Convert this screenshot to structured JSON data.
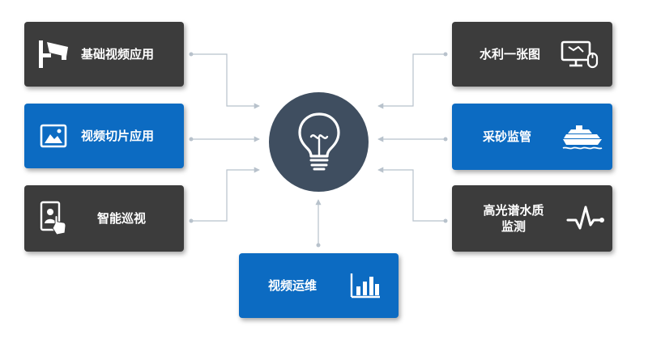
{
  "nodes": {
    "basic_video": {
      "label": "基础视频应用",
      "icon": "cctv-camera-icon"
    },
    "video_slice": {
      "label": "视频切片应用",
      "icon": "image-frame-icon"
    },
    "smart_patrol": {
      "label": "智能巡视",
      "icon": "tablet-touch-icon"
    },
    "water_map": {
      "label": "水利一张图",
      "icon": "monitor-mouse-icon"
    },
    "sand_mining": {
      "label": "采砂监管",
      "icon": "cruise-ship-icon"
    },
    "hyperspectral": {
      "label_line1": "高光谱水质",
      "label_line2": "监测",
      "icon": "pulse-wave-icon"
    },
    "video_ops": {
      "label": "视频运维",
      "icon": "bar-chart-icon"
    }
  },
  "hub": {
    "icon": "lightbulb-icon"
  },
  "colors": {
    "dark_card": "#3c3c3c",
    "blue_card": "#0c6bc2",
    "hub": "#3f4e60",
    "connector": "#b8c2cc"
  }
}
